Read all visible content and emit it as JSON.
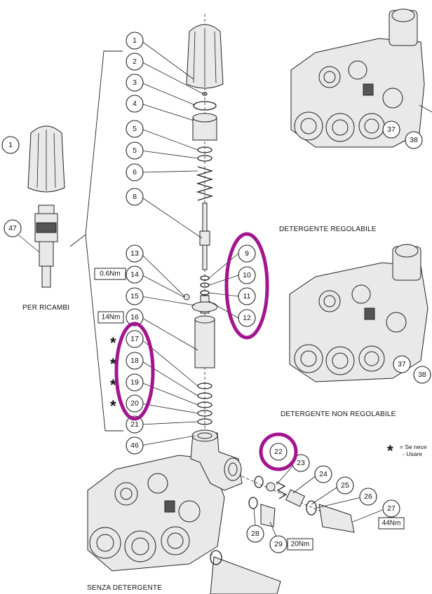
{
  "callouts": {
    "c1": "1",
    "c2": "2",
    "c3": "3",
    "c4": "4",
    "c5a": "5",
    "c5b": "5",
    "c6": "6",
    "c8": "8",
    "c9": "9",
    "c10": "10",
    "c11": "11",
    "c12": "12",
    "c13": "13",
    "c14": "14",
    "c15": "15",
    "c16": "16",
    "c17": "17",
    "c18": "18",
    "c19": "19",
    "c20": "20",
    "c21": "21",
    "c46": "46",
    "c22": "22",
    "c23": "23",
    "c24": "24",
    "c25": "25",
    "c26": "26",
    "c27": "27",
    "c28": "28",
    "c29": "29",
    "c37a": "37",
    "c38a": "38",
    "c37b": "37",
    "c38b": "38",
    "spare1": "1",
    "spare47": "47"
  },
  "torques": {
    "t14": "0.6Nm",
    "t16": "14Nm",
    "t27": "44Nm",
    "t29": "20Nm"
  },
  "captions": {
    "per_ricambi": "PER RICAMBI",
    "det_regolabile": "DETERGENTE REGOLABILE",
    "det_non_regolabile": "DETERGENTE NON REGOLABILE",
    "senza_detergente": "SENZA DETERGENTE"
  },
  "note": {
    "symbol": "*",
    "line1": "= Se nece",
    "line2": "- Usare"
  },
  "asterisk": "*",
  "colors": {
    "highlight": "#a3158f",
    "ink": "#222222"
  }
}
